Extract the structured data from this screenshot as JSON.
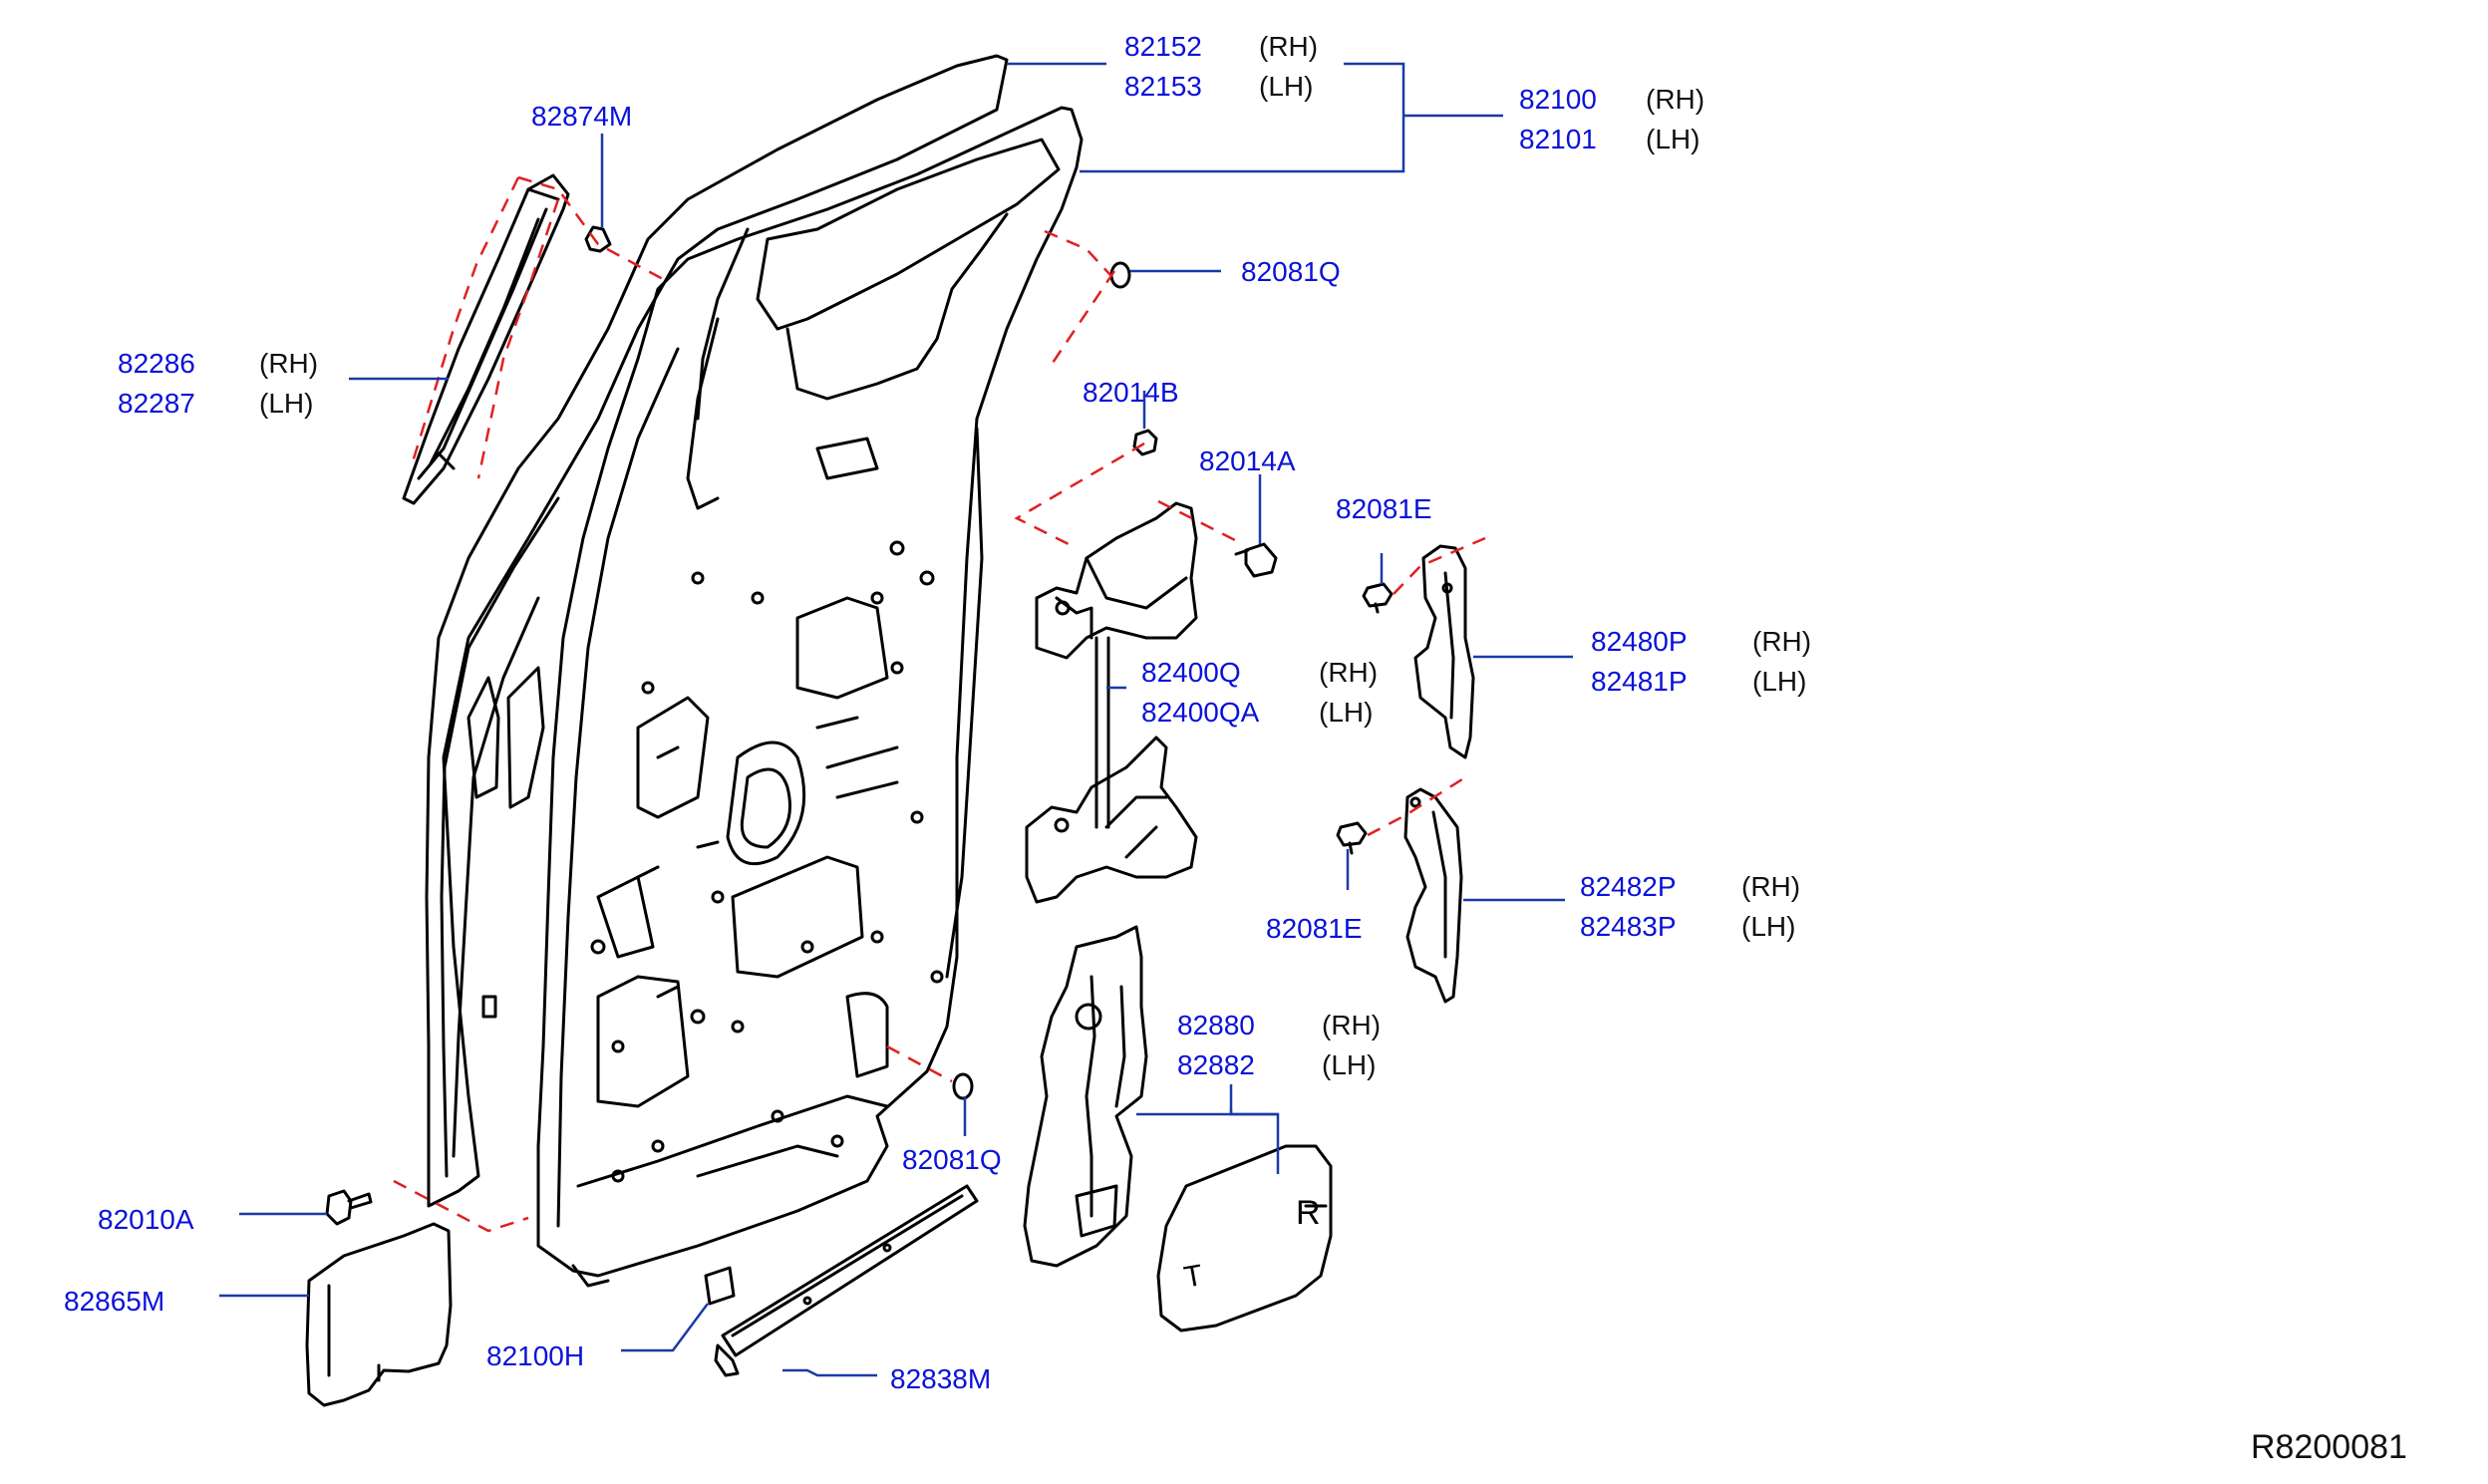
{
  "diagram_id": "R8200081",
  "colors": {
    "part_number": "#0a12d8",
    "leader": "#1a3aa8",
    "dashed": "#e02020",
    "outline": "#000000"
  },
  "callouts": [
    {
      "id": "door-panel",
      "parts": [
        {
          "number": "82152",
          "side": "(RH)"
        },
        {
          "number": "82153",
          "side": "(LH)"
        }
      ]
    },
    {
      "id": "door-assembly",
      "parts": [
        {
          "number": "82100",
          "side": "(RH)"
        },
        {
          "number": "82101",
          "side": "(LH)"
        }
      ]
    },
    {
      "id": "clip-upper",
      "parts": [
        {
          "number": "82874M"
        }
      ]
    },
    {
      "id": "sash-molding",
      "parts": [
        {
          "number": "82286",
          "side": "(RH)"
        },
        {
          "number": "82287",
          "side": "(LH)"
        }
      ]
    },
    {
      "id": "plug-upper",
      "parts": [
        {
          "number": "82081Q"
        }
      ]
    },
    {
      "id": "hinge-nut",
      "parts": [
        {
          "number": "82014B"
        }
      ]
    },
    {
      "id": "hinge-bolt",
      "parts": [
        {
          "number": "82014A"
        }
      ]
    },
    {
      "id": "clip-bracket-upper",
      "parts": [
        {
          "number": "82081E"
        }
      ]
    },
    {
      "id": "bracket-upper",
      "parts": [
        {
          "number": "82480P",
          "side": "(RH)"
        },
        {
          "number": "82481P",
          "side": "(LH)"
        }
      ]
    },
    {
      "id": "hinge",
      "parts": [
        {
          "number": "82400Q",
          "side": "(RH)"
        },
        {
          "number": "82400QA",
          "side": "(LH)"
        }
      ]
    },
    {
      "id": "bracket-lower",
      "parts": [
        {
          "number": "82482P",
          "side": "(RH)"
        },
        {
          "number": "82483P",
          "side": "(LH)"
        }
      ]
    },
    {
      "id": "clip-bracket-lower",
      "parts": [
        {
          "number": "82081E"
        }
      ]
    },
    {
      "id": "sealing-screen",
      "parts": [
        {
          "number": "82880",
          "side": "(RH)"
        },
        {
          "number": "82882",
          "side": "(LH)"
        }
      ]
    },
    {
      "id": "plug-lower",
      "parts": [
        {
          "number": "82081Q"
        }
      ]
    },
    {
      "id": "bolt-lower",
      "parts": [
        {
          "number": "82010A"
        }
      ]
    },
    {
      "id": "seal-lower",
      "parts": [
        {
          "number": "82865M"
        }
      ]
    },
    {
      "id": "pad",
      "parts": [
        {
          "number": "82100H"
        }
      ]
    },
    {
      "id": "sill-seal",
      "parts": [
        {
          "number": "82838M"
        }
      ]
    }
  ],
  "drawing_text": {
    "screen_mark_r": "R",
    "screen_mark_t": "T"
  }
}
